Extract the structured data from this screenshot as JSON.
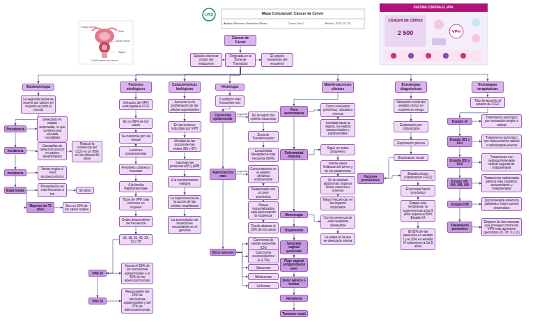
{
  "diagram": {
    "title": "Mapa Conceptual: Cáncer de Cérvix",
    "nodes": [
      {
        "text": [
          "Cáncer de Cérvix"
        ]
      },
      {
        "text": [
          "Originada en la Zona de Transición"
        ]
      },
      {
        "text": [
          "Epitelio columnar propio del endocérvix"
        ]
      },
      {
        "text": [
          "El epitelio escamoso del exocérvix"
        ]
      },
      {
        "text": [
          "Epidemiología"
        ]
      },
      {
        "text": [
          "Factores etiológicos"
        ]
      },
      {
        "text": [
          "Características biológicas"
        ]
      },
      {
        "text": [
          "Histología"
        ]
      },
      {
        "text": [
          "Manifestaciones clínicas"
        ]
      },
      {
        "text": [
          "Estrategias diagnósticas"
        ]
      },
      {
        "text": [
          "Estrategias terapéuticas"
        ]
      },
      {
        "text": [
          "La segunda causa de muerte por cáncer en mujeres en todo el mundo"
        ]
      },
      {
        "text": [
          "Prevalencia"
        ]
      },
      {
        "text": [
          "Detectado en etapas avanzadas, lo que conlleva una elevada mortalidad"
        ]
      },
      {
        "text": [
          "Incidencia"
        ]
      },
      {
        "text": [
          "Campañas de detección precoz en países desarrollados"
        ]
      },
      {
        "text": [
          "Reducir la incidencia del CCU en un 80% en los últimos 50 años"
        ]
      },
      {
        "text": [
          "Incidencia"
        ]
      },
      {
        "text": [
          "Varían según el nivel socioeconómico"
        ]
      },
      {
        "text": [
          "Edad media"
        ]
      },
      {
        "text": [
          "Presentación es más frecuente a los"
        ]
      },
      {
        "text": [
          "50 años"
        ]
      },
      {
        "text": [
          "Mayores de 70 años"
        ]
      },
      {
        "text": [
          "Son un 20% de los casos totales"
        ]
      },
      {
        "text": [
          "Infección del VPH está ligada al CCU"
        ]
      },
      {
        "text": [
          "En un 99% de los casos"
        ]
      },
      {
        "text": [
          "Se transmite por vía sexual"
        ]
      },
      {
        "text": [
          "Lesiones precancerosas"
        ]
      },
      {
        "text": [
          "Al epitelio cutáneo y mucosas"
        ]
      },
      {
        "text": [
          "A la familia Papillomaviridae"
        ]
      },
      {
        "text": [
          "Tipos de VPH más comunes en mujeres"
        ]
      },
      {
        "text": [
          "Orden descendente de frecuencia"
        ]
      },
      {
        "text": [
          "16, 18, 31, 45, 33, 52 y 58"
        ]
      },
      {
        "text": [
          "VPH 16"
        ]
      },
      {
        "text": [
          "Asocia el 50% de los carcinomas epidermoides y el 40% de los adenocarcinomas"
        ]
      },
      {
        "text": [
          "VPH 18"
        ]
      },
      {
        "text": [
          "Responsable del 13% de carcinomas epidermoides y del 37% de adenocarcinomas"
        ]
      },
      {
        "text": [
          "Aumento en la proliferación de las células superficiales"
        ]
      },
      {
        "text": [
          "En las lesiones inducidas por VPH"
        ]
      },
      {
        "text": [
          "Afinidad de las oncoproteínas virales (E6 y E7)"
        ]
      },
      {
        "text": [
          "Inactivan las proteínas p53 y pRB"
        ]
      },
      {
        "text": [
          "A la transformación maligna"
        ]
      },
      {
        "text": [
          "La supervivencia de la acción de las células neoplásicas"
        ]
      },
      {
        "text": [
          "La acumulación de mutaciones secundarias en el genoma"
        ]
      },
      {
        "text": [
          "2 subtipos más frecuentes son"
        ]
      },
      {
        "text": [
          "Carcinoma epidermoide"
        ]
      },
      {
        "text": [
          "En la región del epitelio escamoso"
        ]
      },
      {
        "text": [
          "Zona de Transformación"
        ]
      },
      {
        "text": [
          "La actividad Metaplásica más frecuente (80%)"
        ]
      },
      {
        "text": [
          "Adenocarcinomas"
        ]
      },
      {
        "text": [
          "Concretamente en el epitelio cilíndrico endocervical"
        ]
      },
      {
        "text": [
          "Relacionado con un peor pronóstico"
        ]
      },
      {
        "text": [
          "Países industrializados está aumentando la incidencia"
        ]
      },
      {
        "text": [
          "Puede abarcar el 25% de los casos"
        ]
      },
      {
        "text": [
          "Otros tumores"
        ]
      },
      {
        "text": [
          "Carcinoma de células pequeñas (CN)"
        ]
      },
      {
        "text": [
          "Carcinoma neuroendocrino (1-4,7%)"
        ]
      },
      {
        "text": [
          "Sarcomas"
        ]
      },
      {
        "text": [
          "Melanomas"
        ]
      },
      {
        "text": [
          "Linfomas"
        ]
      },
      {
        "text": [
          "Fase asintomática"
        ]
      },
      {
        "text": [
          "Como una lesión preclínica, ubicada o mínima"
        ]
      },
      {
        "text": [
          "Limitada hacia la vagina, los tejidos paracervicales y parametriales"
        ]
      },
      {
        "text": [
          "Enfermedad invasiva"
        ]
      },
      {
        "text": [
          "Sigue un orden progresivo"
        ]
      },
      {
        "text": [
          "Afecta vasos linfáticos del cérvix y de los parametrios"
        ]
      },
      {
        "text": [
          "En la cavidad abdominal, órganos llenos externos e internos"
        ]
      },
      {
        "text": [
          "Mayor frecuencia, en los órganos implicados"
        ]
      },
      {
        "text": [
          "Metrorragia"
        ]
      },
      {
        "text": [
          "Con la presencia de esta neoplasia destacable"
        ]
      },
      {
        "text": [
          "La etapa en la que se detecta la misma"
        ]
      },
      {
        "text": [
          "Dispareunia"
        ]
      },
      {
        "text": [
          "Sangrado vaginal postcoital"
        ]
      },
      {
        "text": [
          "Flujo vaginal sanguinopurulento"
        ]
      },
      {
        "text": [
          "Dolor pélvico o lumbar"
        ]
      },
      {
        "text": [
          "Hematuria"
        ]
      },
      {
        "text": [
          "Tenesmo rectal"
        ]
      },
      {
        "text": [
          "Valoración inicial del estadio clínico en mujeres en riesgo"
        ]
      },
      {
        "text": [
          "Exploración por colposcopia"
        ]
      },
      {
        "text": [
          "Exploración pélvica"
        ]
      },
      {
        "text": [
          "Exploración rectal"
        ]
      },
      {
        "text": [
          "Factores pronósticos"
        ]
      },
      {
        "text": [
          "Estadio clínico (clasificación FIGO)"
        ]
      },
      {
        "text": [
          "El principal factor pronóstico"
        ]
      },
      {
        "text": [
          "Etapas más tempranas, la supervivencia a los 5 años supera el 80% Estadio IA"
        ]
      },
      {
        "text": [
          "El 85% de las pacientes en estadio I y el 20% en estadio IV sobreviven a los 5 años"
        ]
      },
      {
        "text": [
          "Tipo de acuerdo al estadio de FIGO"
        ]
      },
      {
        "text": [
          "Estadio IA"
        ]
      },
      {
        "text": [
          "Tratamiento quirúrgico por conización simple o radical"
        ]
      },
      {
        "text": [
          "Estadio IB1 y IIA1"
        ]
      },
      {
        "text": [
          "Tratamiento quirúrgico con histerectomía radical o radioterapia externa"
        ]
      },
      {
        "text": [
          "Estadio IB2 y IIA2"
        ]
      },
      {
        "text": [
          "Tratamiento con radioquimioterapia radical seguida de braquiterapia"
        ]
      },
      {
        "text": [
          "Estadio IIB, IIIA, IIIB, IVA"
        ]
      },
      {
        "text": [
          "Tratamiento radioterapia pélvica más cisplatino concomitante y braquiterapia"
        ]
      },
      {
        "text": [
          "Estadio IVB"
        ]
      },
      {
        "text": [
          "Quimioterapia sistémica paliativa o mejor control sintomático"
        ]
      },
      {
        "text": [
          "Tratamiento preventivo"
        ]
      },
      {
        "text": [
          "Dispone de dos vacunas que protegen contra los VPH más agresivos (genotipos 16, 18, 6 y 11)"
        ]
      }
    ],
    "edges": [
      {
        "from": 0,
        "to": 1,
        "arrow": "to"
      },
      {
        "from": 1,
        "to": 2,
        "arrow": "to"
      },
      {
        "from": 1,
        "to": 3,
        "arrow": "to"
      },
      {
        "from": 1,
        "to": 4,
        "arrow": "to"
      },
      {
        "from": 1,
        "to": 5,
        "arrow": "to"
      },
      {
        "from": 1,
        "to": 6,
        "arrow": "to"
      },
      {
        "from": 1,
        "to": 7,
        "arrow": "to"
      },
      {
        "from": 1,
        "to": 8,
        "arrow": "to"
      },
      {
        "from": 1,
        "to": 9,
        "arrow": "to"
      },
      {
        "from": 1,
        "to": 10,
        "arrow": "to"
      },
      {
        "from": 4,
        "to": 11,
        "arrow": "to"
      },
      {
        "from": 11,
        "to": 12,
        "arrow": "to"
      },
      {
        "from": 12,
        "to": 13,
        "arrow": "to"
      },
      {
        "from": 12,
        "to": 14,
        "arrow": "to"
      },
      {
        "from": 14,
        "to": 15,
        "arrow": "to"
      },
      {
        "from": 15,
        "to": 16,
        "arrow": "to"
      },
      {
        "from": 14,
        "to": 17,
        "arrow": "to"
      },
      {
        "from": 17,
        "to": 18,
        "arrow": "to"
      },
      {
        "from": 17,
        "to": 19,
        "arrow": "to"
      },
      {
        "from": 19,
        "to": 20,
        "arrow": "to"
      },
      {
        "from": 20,
        "to": 21,
        "arrow": "to"
      },
      {
        "from": 19,
        "to": 22,
        "arrow": "to"
      },
      {
        "from": 22,
        "to": 23,
        "arrow": "to"
      },
      {
        "from": 5,
        "to": 24,
        "arrow": "to"
      },
      {
        "from": 24,
        "to": 25,
        "arrow": "to"
      },
      {
        "from": 25,
        "to": 26,
        "arrow": "to"
      },
      {
        "from": 26,
        "to": 27,
        "arrow": "to"
      },
      {
        "from": 27,
        "to": 28,
        "arrow": "to"
      },
      {
        "from": 28,
        "to": 29,
        "arrow": "to"
      },
      {
        "from": 29,
        "to": 30,
        "arrow": "to"
      },
      {
        "from": 30,
        "to": 31,
        "arrow": "to"
      },
      {
        "from": 31,
        "to": 32,
        "arrow": "to"
      },
      {
        "from": 32,
        "to": 33,
        "arrow": "to"
      },
      {
        "from": 33,
        "to": 34,
        "arrow": "to"
      },
      {
        "from": 33,
        "to": 35,
        "arrow": "to"
      },
      {
        "from": 35,
        "to": 36,
        "arrow": "to"
      },
      {
        "from": 6,
        "to": 37,
        "arrow": "to"
      },
      {
        "from": 37,
        "to": 38,
        "arrow": "to"
      },
      {
        "from": 38,
        "to": 39,
        "arrow": "to"
      },
      {
        "from": 39,
        "to": 40,
        "arrow": "to"
      },
      {
        "from": 40,
        "to": 41,
        "arrow": "to"
      },
      {
        "from": 41,
        "to": 42,
        "arrow": "to"
      },
      {
        "from": 42,
        "to": 43,
        "arrow": "to"
      },
      {
        "from": 7,
        "to": 44,
        "arrow": "to"
      },
      {
        "from": 44,
        "to": 45,
        "arrow": "to"
      },
      {
        "from": 45,
        "to": 46,
        "label": "originado",
        "arrow": "to"
      },
      {
        "from": 46,
        "to": 47,
        "arrow": "to"
      },
      {
        "from": 47,
        "to": 48,
        "arrow": "to"
      },
      {
        "from": 45,
        "to": 49,
        "arrow": "to"
      },
      {
        "from": 49,
        "to": 50,
        "label": "originado",
        "arrow": "to"
      },
      {
        "from": 50,
        "to": 51,
        "arrow": "to"
      },
      {
        "from": 51,
        "to": 52,
        "arrow": "to"
      },
      {
        "from": 52,
        "to": 53,
        "arrow": "to"
      },
      {
        "from": 49,
        "to": 54,
        "arrow": "to"
      },
      {
        "from": 54,
        "to": 55,
        "arrow": "to"
      },
      {
        "from": 54,
        "to": 56,
        "arrow": "to"
      },
      {
        "from": 54,
        "to": 57,
        "arrow": "to"
      },
      {
        "from": 54,
        "to": 58,
        "arrow": "to"
      },
      {
        "from": 54,
        "to": 59,
        "arrow": "to"
      },
      {
        "from": 8,
        "to": 60,
        "arrow": "to"
      },
      {
        "from": 60,
        "to": 61,
        "arrow": "to"
      },
      {
        "from": 61,
        "to": 62,
        "arrow": "to"
      },
      {
        "from": 60,
        "to": 63,
        "arrow": "to"
      },
      {
        "from": 63,
        "to": 64,
        "arrow": "to"
      },
      {
        "from": 64,
        "to": 65,
        "arrow": "to"
      },
      {
        "from": 65,
        "to": 66,
        "arrow": "to"
      },
      {
        "from": 66,
        "to": 67,
        "arrow": "to"
      },
      {
        "from": 63,
        "to": 68,
        "arrow": "to"
      },
      {
        "from": 68,
        "to": 69,
        "arrow": "to"
      },
      {
        "from": 69,
        "to": 70,
        "arrow": "to"
      },
      {
        "from": 68,
        "to": 71,
        "arrow": "to"
      },
      {
        "from": 71,
        "to": 72,
        "arrow": "to"
      },
      {
        "from": 72,
        "to": 73,
        "arrow": "to"
      },
      {
        "from": 73,
        "to": 74,
        "arrow": "to"
      },
      {
        "from": 74,
        "to": 75,
        "arrow": "to"
      },
      {
        "from": 75,
        "to": 76,
        "arrow": "to"
      },
      {
        "from": 9,
        "to": 77,
        "arrow": "to"
      },
      {
        "from": 77,
        "to": 78,
        "arrow": "to"
      },
      {
        "from": 78,
        "to": 79,
        "arrow": "to"
      },
      {
        "from": 79,
        "to": 80,
        "arrow": "to"
      },
      {
        "from": 80,
        "to": 81,
        "arrow": "to"
      },
      {
        "from": 81,
        "to": 82,
        "arrow": "to"
      },
      {
        "from": 82,
        "to": 83,
        "arrow": "to"
      },
      {
        "from": 83,
        "to": 84,
        "arrow": "to"
      },
      {
        "from": 84,
        "to": 85,
        "arrow": "to"
      },
      {
        "from": 10,
        "to": 86,
        "arrow": "to"
      },
      {
        "from": 86,
        "to": 87,
        "arrow": "to"
      },
      {
        "from": 87,
        "to": 88,
        "arrow": "to"
      },
      {
        "from": 87,
        "to": 89,
        "arrow": "to"
      },
      {
        "from": 89,
        "to": 90,
        "arrow": "to"
      },
      {
        "from": 89,
        "to": 91,
        "arrow": "to"
      },
      {
        "from": 91,
        "to": 92,
        "arrow": "to"
      },
      {
        "from": 91,
        "to": 93,
        "arrow": "to"
      },
      {
        "from": 93,
        "to": 94,
        "arrow": "to"
      },
      {
        "from": 93,
        "to": 95,
        "arrow": "to"
      },
      {
        "from": 95,
        "to": 96,
        "arrow": "to"
      },
      {
        "from": 95,
        "to": 97,
        "arrow": "to"
      },
      {
        "from": 97,
        "to": 98,
        "arrow": "to"
      }
    ],
    "labels": [
      "UTS",
      "Andrea Mariana González Pérez",
      "Curso: 5to C",
      "Fecha: 2022-07-20",
      "Trompa uterina",
      "Útero",
      "Cuello uterino",
      "Vagina",
      "Cuello uterino con cáncer",
      "VACUNA CONTRA EL VPH",
      "CÁNCER DE CÉRVIX",
      "2 500",
      "VPH"
    ]
  }
}
